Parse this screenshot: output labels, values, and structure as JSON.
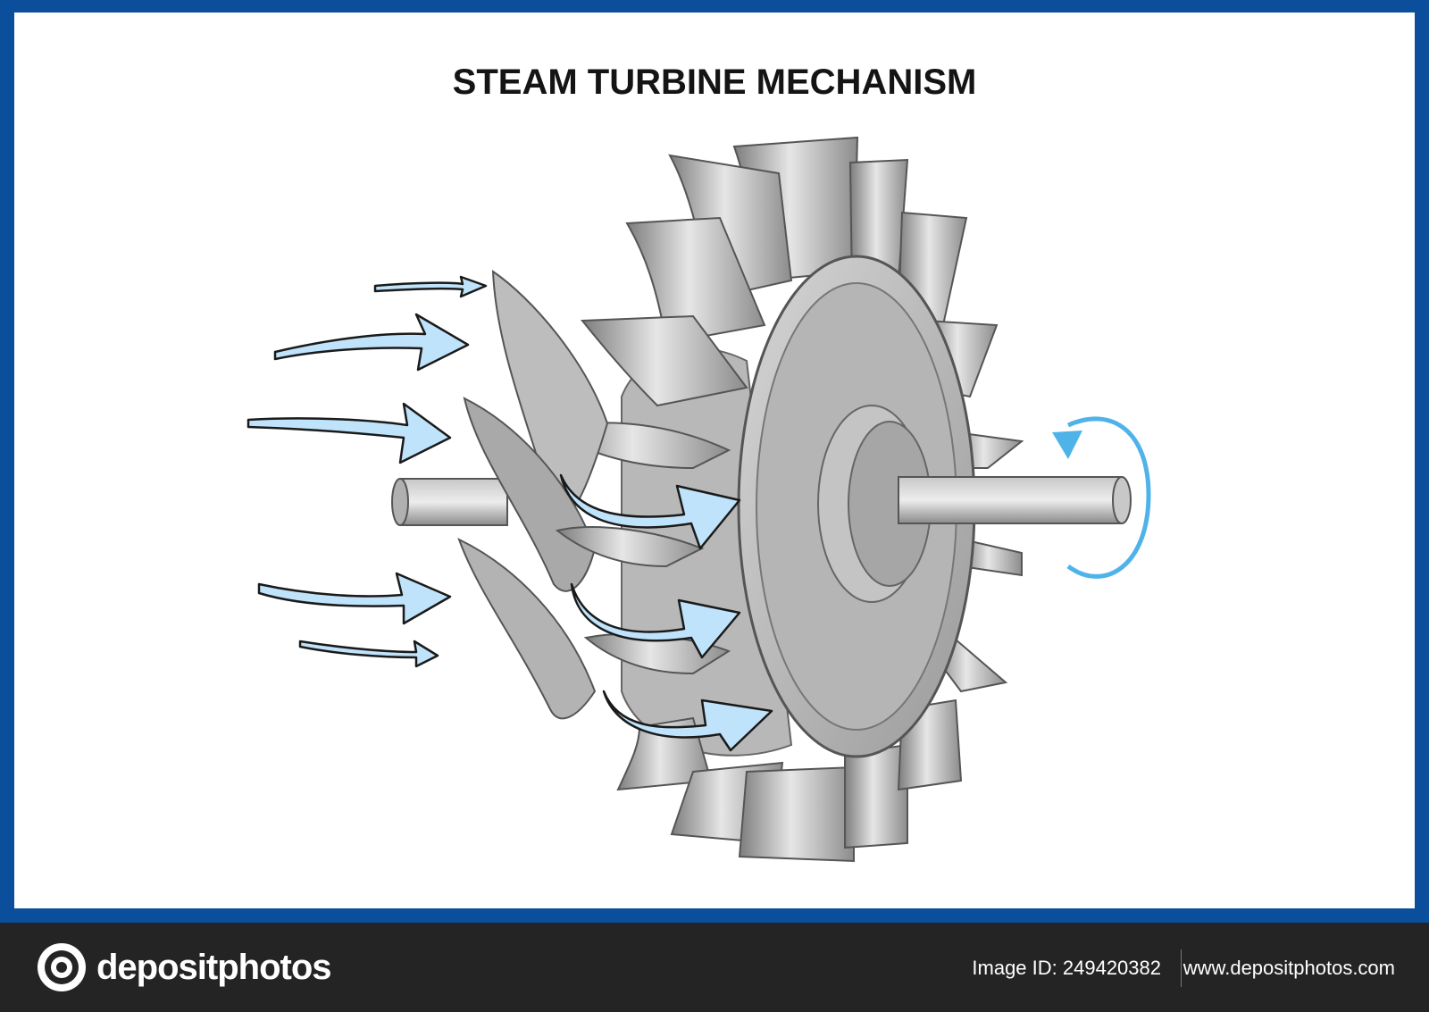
{
  "diagram": {
    "title": "STEAM TURBINE MECHANISM",
    "colors": {
      "frame": "#0b4f9c",
      "blade": "#a6a6a6",
      "steam_arrow": "#bfe3fb",
      "rotation_arrow": "#4fb3ea"
    },
    "parts": [
      "turbine-rotor-disc",
      "rotor-blades",
      "shaft",
      "steam-flow-arrows",
      "rotation-arrow"
    ]
  },
  "footer": {
    "brand": "depositphotos",
    "image_id": "Image ID: 249420382",
    "site": "www.depositphotos.com"
  }
}
